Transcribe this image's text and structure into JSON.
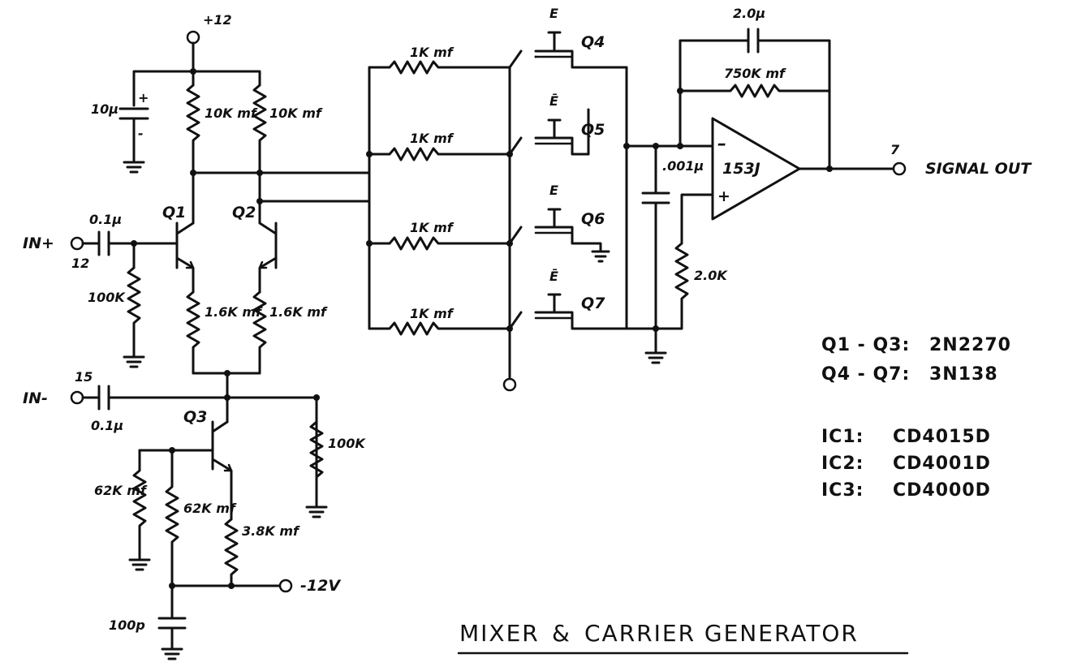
{
  "diagram": {
    "title": {
      "left": "MIXER",
      "amp": "&",
      "right": "CARRIER GENERATOR"
    },
    "terminals": {
      "plus12": "+12",
      "minus12": "-12V",
      "in_plus": "IN+",
      "in_plus_pin": "12",
      "in_minus": "IN-",
      "in_minus_pin": "15",
      "signal_out": "SIGNAL OUT",
      "signal_out_pin": "7"
    },
    "components": {
      "c_bypass": "10μ",
      "c_in_plus": "0.1μ",
      "c_in_minus": "0.1μ",
      "c_100p": "100p",
      "c_fb": "2.0μ",
      "c_001": ".001μ",
      "r_coll_1": "10K mf",
      "r_coll_2": "10K mf",
      "r_100k_left": "100K",
      "r_emit_1": "1.6K mf",
      "r_emit_2": "1.6K mf",
      "r_100k_right": "100K",
      "r_62k_1": "62K mf",
      "r_62k_2": "62K mf",
      "r_38k": "3.8K mf",
      "r_1k_1": "1K mf",
      "r_1k_2": "1K mf",
      "r_1k_3": "1K mf",
      "r_1k_4": "1K mf",
      "r_750k": "750K mf",
      "r_2k": "2.0K",
      "opamp": "153J"
    },
    "transistors": {
      "q1": "Q1",
      "q2": "Q2",
      "q3": "Q3",
      "q4": "Q4",
      "q5": "Q5",
      "q6": "Q6",
      "q7": "Q7"
    },
    "gates": {
      "g4": "E",
      "g5": "Ē",
      "g6": "E",
      "g7": "Ē"
    },
    "parts_list": [
      {
        "ref": "Q1 - Q3:",
        "part": "2N2270"
      },
      {
        "ref": "Q4 - Q7:",
        "part": "3N138"
      },
      {
        "ref": "IC1:",
        "part": "CD4015D"
      },
      {
        "ref": "IC2:",
        "part": "CD4001D"
      },
      {
        "ref": "IC3:",
        "part": "CD4000D"
      }
    ]
  }
}
